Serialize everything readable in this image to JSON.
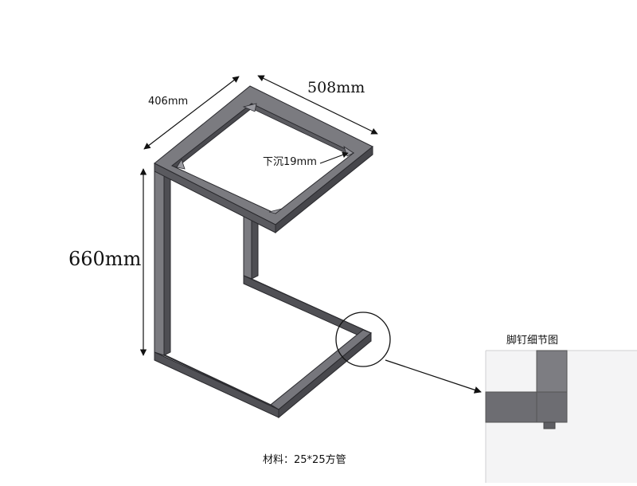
{
  "dimensions": {
    "height": "660mm",
    "width": "508mm",
    "depth": "406mm",
    "recess": "下沉19mm"
  },
  "detail": {
    "title": "脚钉细节图"
  },
  "material": "材料：25*25方管",
  "colors": {
    "tube_top": "#7b7b80",
    "tube_side": "#55555a",
    "tube_dark": "#3a3a3e",
    "line": "#111111"
  }
}
